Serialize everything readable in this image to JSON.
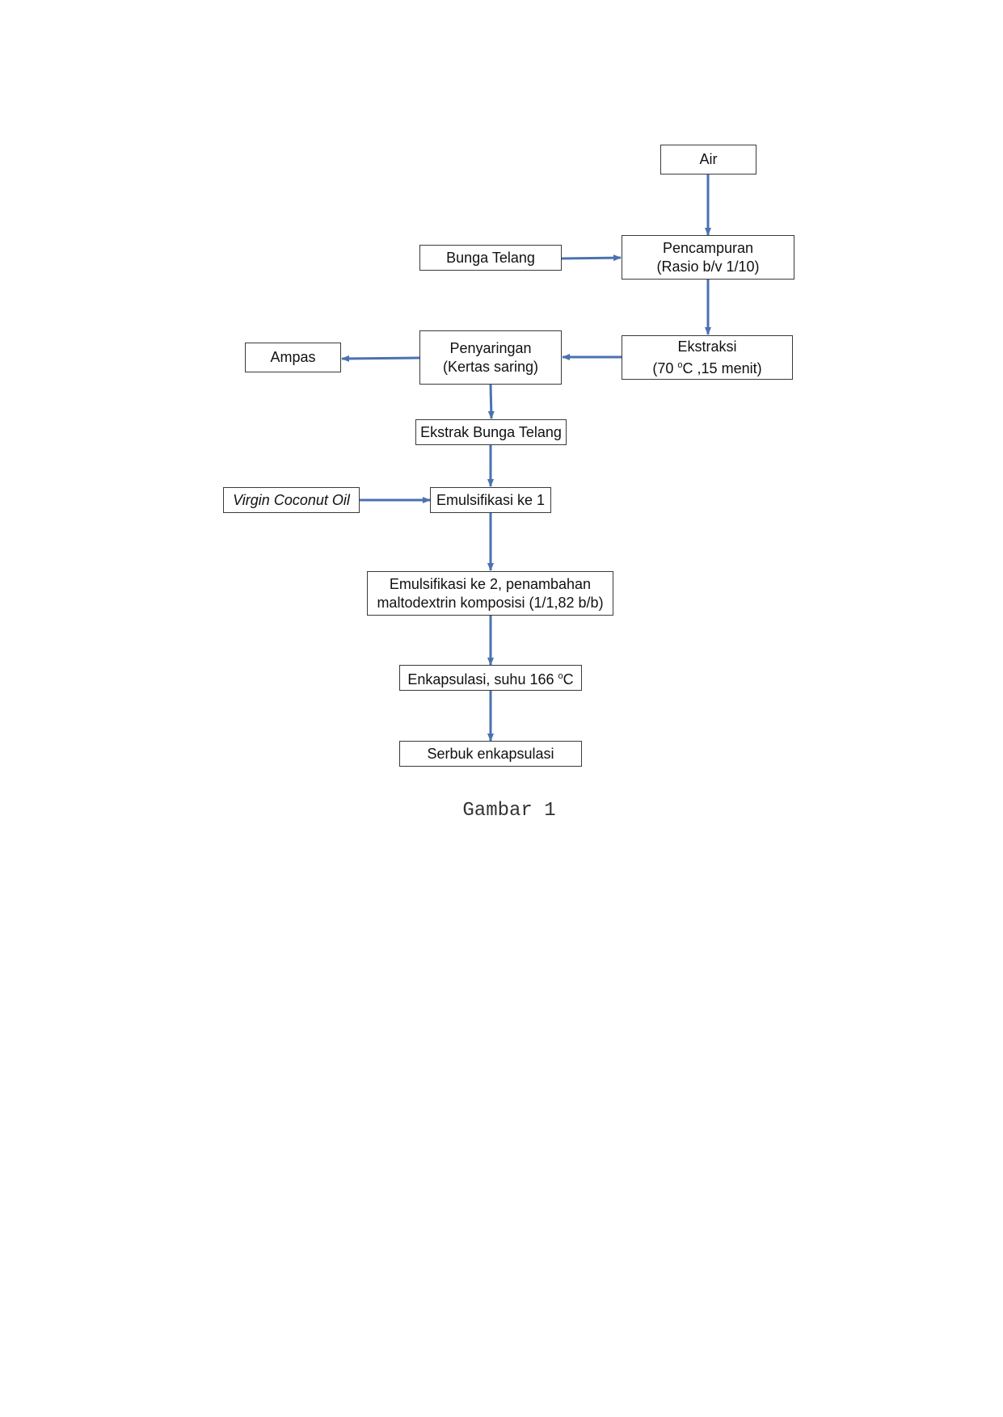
{
  "colors": {
    "arrow": "#4a72b0",
    "border": "#3a3a3a",
    "text": "#111111"
  },
  "nodes": {
    "air": {
      "line1": "Air"
    },
    "pencampuran": {
      "line1": "Pencampuran",
      "line2": "(Rasio b/v 1/10)"
    },
    "bunga_telang": {
      "line1": "Bunga Telang"
    },
    "ekstraksi": {
      "line1": "Ekstraksi",
      "line2_pre": "(70 ",
      "line2_sup": "o",
      "line2_post": "C ,15 menit)"
    },
    "penyaringan": {
      "line1": "Penyaringan",
      "line2": "(Kertas saring)"
    },
    "ampas": {
      "line1": "Ampas"
    },
    "ekstrak": {
      "line1": "Ekstrak Bunga Telang"
    },
    "vco": {
      "line1": "Virgin Coconut Oil"
    },
    "emulsifikasi1": {
      "line1": "Emulsifikasi ke 1"
    },
    "emulsifikasi2": {
      "line1": "Emulsifikasi ke 2, penambahan",
      "line2": "maltodextrin komposisi (1/1,82 b/b)"
    },
    "enkapsulasi": {
      "line1_pre": "Enkapsulasi, suhu 166 ",
      "line1_sup": "o",
      "line1_post": "C"
    },
    "serbuk": {
      "line1": "Serbuk enkapsulasi"
    }
  },
  "caption": "Gambar 1"
}
